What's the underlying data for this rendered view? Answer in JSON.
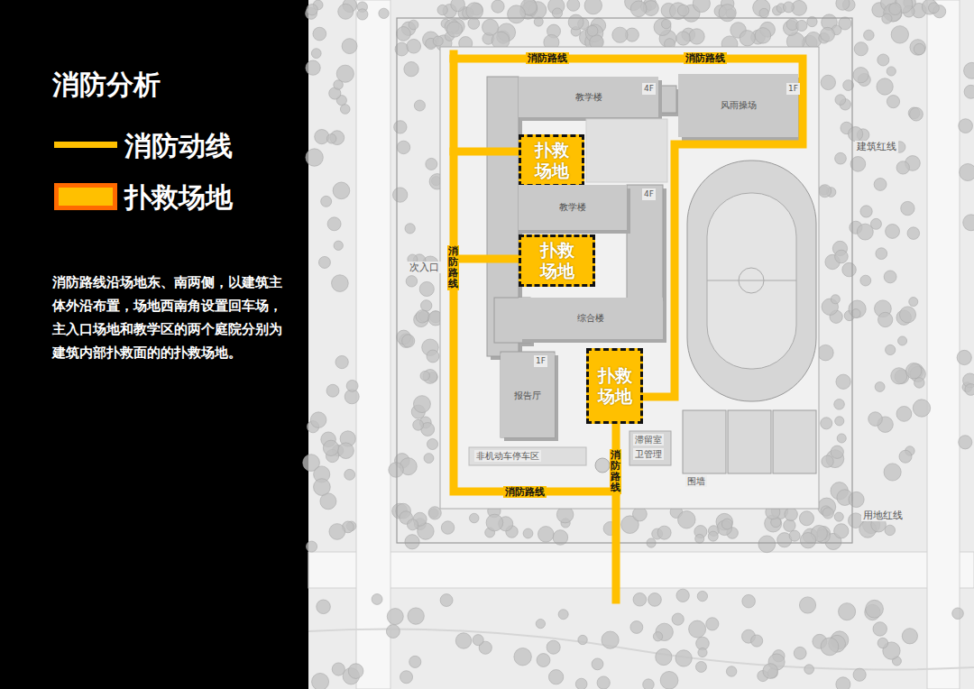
{
  "diagram": {
    "title": "消防分析",
    "caption": "消防路线沿场地东、南两侧，以建筑主体外沿布置，场地西南角设置回车场，主入口场地和教学区的两个庭院分别为建筑内部扑救面的的扑救场地。",
    "nodes": [
      {
        "text": [
          "教学楼"
        ]
      },
      {
        "text": [
          "风雨操场"
        ]
      },
      {
        "text": [
          "扑救 场地"
        ]
      },
      {
        "text": [
          "教学楼"
        ]
      },
      {
        "text": [
          "扑救 场地"
        ]
      },
      {
        "text": [
          "综合楼"
        ]
      },
      {
        "text": [
          "报告厅"
        ]
      },
      {
        "text": [
          "扑救 场地"
        ]
      }
    ],
    "labels": [
      "消防路线",
      "消防路线",
      "4F",
      "1F",
      "建筑红线",
      "4F",
      "消防路线",
      "次入口",
      "1F",
      "非机动车停车区",
      "滞留室",
      "卫管理",
      "消防路线",
      "围墙",
      "消防路线",
      "用地红线"
    ],
    "legend": [
      {
        "text": "消防动线"
      },
      {
        "text": "扑救场地"
      }
    ]
  }
}
